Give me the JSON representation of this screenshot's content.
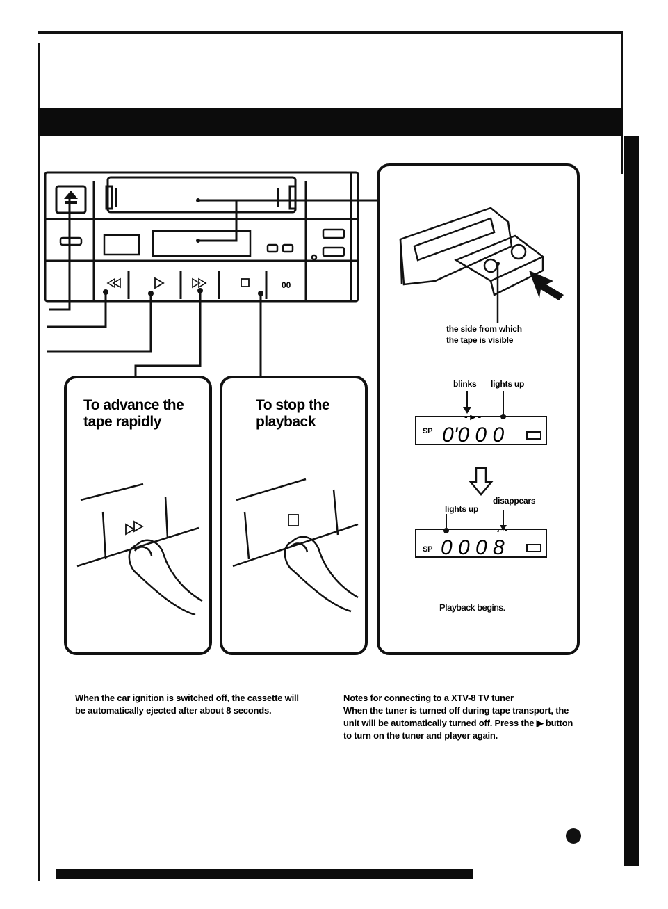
{
  "panels": {
    "advance": {
      "title_line1": "To advance the",
      "title_line2": "tape rapidly"
    },
    "stop": {
      "title_line1": "To stop the",
      "title_line2": "playback"
    },
    "insert": {
      "tape_label_line1": "the side from which",
      "tape_label_line2": "the tape is visible",
      "blinks_label": "blinks",
      "lights_up_label_1": "lights up",
      "lights_up_label_2": "lights up",
      "disappears_label": "disappears",
      "display_mode_1": "SP",
      "display_mode_2": "SP",
      "playback_text": "Playback begins."
    }
  },
  "notes": {
    "left_text": "When the car ignition is switched off, the cassette will be automatically ejected after about 8 seconds.",
    "right_title": "Notes for connecting to a XTV-8 TV tuner",
    "right_text": "When the tuner is turned off during tape transport, the unit will be automatically turned off. Press the ▶ button to turn on the tuner and player again."
  }
}
